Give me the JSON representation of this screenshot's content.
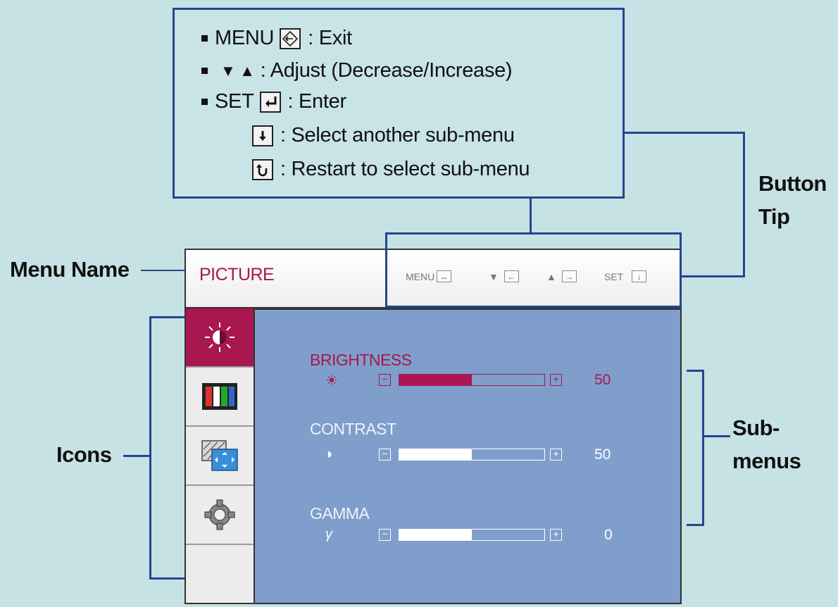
{
  "button_tip_box": {
    "rows": [
      {
        "key": "MENU",
        "desc": ": Exit"
      },
      {
        "key": "▼  ▲",
        "desc": ": Adjust (Decrease/Increase)"
      },
      {
        "key": "SET",
        "desc": ": Enter"
      },
      {
        "key": "",
        "desc": ": Select another sub-menu"
      },
      {
        "key": "",
        "desc": ": Restart to select sub-menu"
      }
    ]
  },
  "labels": {
    "button_tip_line1": "Button",
    "button_tip_line2": "Tip",
    "menu_name": "Menu Name",
    "icons": "Icons",
    "submenus_line1": "Sub-",
    "submenus_line2": "menus"
  },
  "osd": {
    "menu_name": "PICTURE",
    "mini_tips": {
      "menu": "MENU",
      "set": "SET"
    },
    "icons": [
      "brightness-icon",
      "color-bars-icon",
      "image-size-icon",
      "settings-gear-icon"
    ],
    "submenus": [
      {
        "label": "BRIGHTNESS",
        "icon": "☀",
        "level": 0.5,
        "value": "50",
        "active": true
      },
      {
        "label": "CONTRAST",
        "icon": "◑",
        "level": 0.5,
        "value": "50",
        "active": false
      },
      {
        "label": "GAMMA",
        "icon": "γ",
        "level": 0.5,
        "value": "0",
        "active": false
      }
    ]
  },
  "colors": {
    "accent": "#a8174f",
    "connector": "#25458f",
    "panel": "#7f9ecb",
    "background": "#c7e2e4"
  }
}
